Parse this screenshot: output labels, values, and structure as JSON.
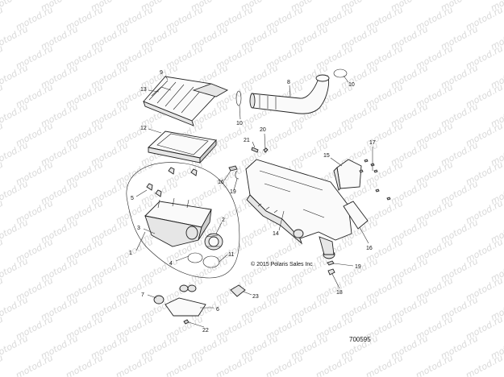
{
  "watermark": {
    "text": "motod.ru"
  },
  "copyright": "© 2015 Polaris Sales Inc",
  "figure_number": "700595",
  "callouts": {
    "c1": "1",
    "c2": "2",
    "c3": "3",
    "c4": "4",
    "c5": "5",
    "c6": "6",
    "c7": "7",
    "c8": "8",
    "c9": "9",
    "c10a": "10",
    "c10b": "10",
    "c11": "11",
    "c12": "12",
    "c13": "13",
    "c14": "14",
    "c15": "15",
    "c16a": "16",
    "c16b": "16",
    "c17": "17",
    "c18": "18",
    "c19a": "19",
    "c19b": "19",
    "c20": "20",
    "c21": "21",
    "c22": "22",
    "c23": "23"
  },
  "colors": {
    "line": "#222222",
    "watermark": "#d9d9d9",
    "background": "#ffffff"
  }
}
